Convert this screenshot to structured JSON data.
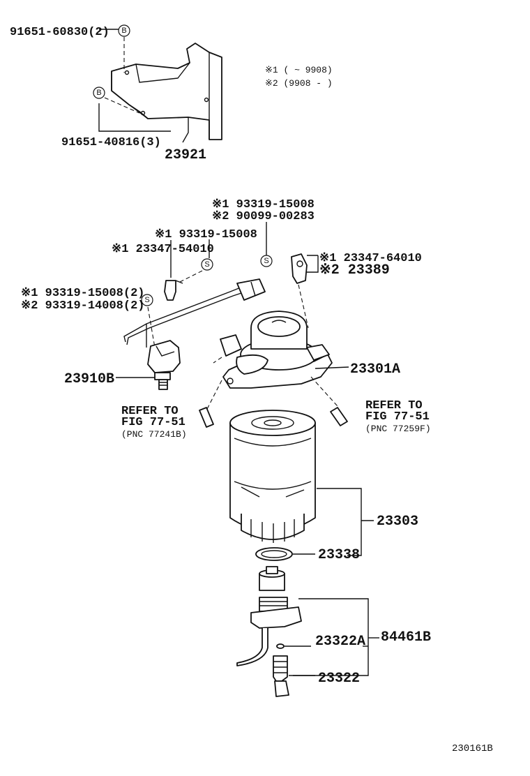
{
  "notes": {
    "note1": "※1 (      ~ 9908)",
    "note2": "※2 (9908 -      )"
  },
  "callout_letters": {
    "b": "B",
    "s": "S"
  },
  "labels": {
    "bolt_top": "91651-60830(2)",
    "bolt_side": "91651-40816(3)",
    "bracket": "23921",
    "screw_top_1": "※1 93319-15008",
    "screw_top_2": "※2 90099-00283",
    "screw_mid": "※1 93319-15008",
    "clamp_left": "※1 23347-54010",
    "screw_left_1": "※1 93319-15008(2)",
    "screw_left_2": "※2 93319-14008(2)",
    "clamp_right_1": "※1 23347-64010",
    "clamp_right_2": "※2 23389",
    "sensor": "23910B",
    "filter_head": "23301A",
    "refer_left_1": "REFER TO",
    "refer_left_2": "FIG 77-51",
    "refer_left_3": "(PNC 77241B)",
    "refer_right_1": "REFER TO",
    "refer_right_2": "FIG 77-51",
    "refer_right_3": "(PNC 77259F)",
    "filter_element": "23303",
    "o_ring": "23338",
    "kit": "84461B",
    "small_ring": "23322A",
    "switch": "23322",
    "diagram_id": "230161B"
  }
}
